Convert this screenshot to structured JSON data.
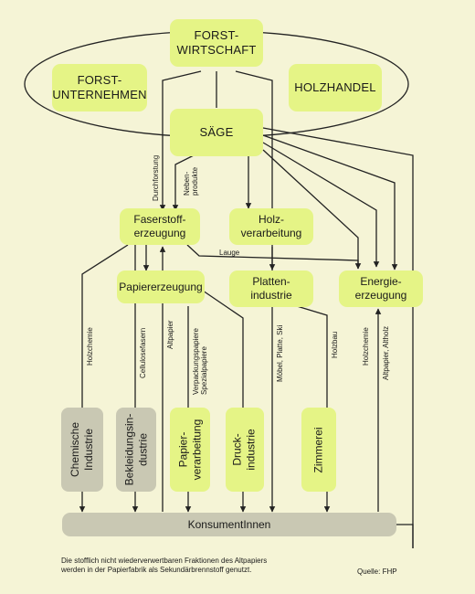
{
  "nodes": {
    "forstwirtschaft": "FORST-\nWIRTSCHAFT",
    "forstunternehmen": "FORST-\nUNTERNEHMEN",
    "holzhandel": "HOLZHANDEL",
    "saege": "SÄGE",
    "faserstofferzeugung": "Faserstoff-\nerzeugung",
    "holzverarbeitung": "Holz-\nverarbeitung",
    "papiererzeugung": "Papiererzeugung",
    "plattenindustrie": "Platten-\nindustrie",
    "energieerzeugung": "Energie-\nerzeugung",
    "chemische_industrie": "Chemische\nIndustrie",
    "bekleidungsindustrie": "Bekleidungsin-\ndustrie",
    "papierverarbeitung": "Papier-\nverarbeitung",
    "druckindustrie": "Druck-\nindustrie",
    "zimmerei": "Zimmerei",
    "konsumenten": "KonsumentInnen"
  },
  "edge_labels": {
    "durchforstung": "Durchforstung",
    "nebenprodukte": "Neben-\nprodukte",
    "lauge": "Lauge",
    "holzchemie_left": "Holzchemie",
    "cellulosefasern": "Cellulosefasern",
    "altpapier": "Altpapier",
    "verpackungspapiere": "Verpackungspapiere\nSpezialpapiere",
    "moebel": "Möbel, Platte, Ski",
    "holzbau": "Holzbau",
    "holzchemie_right": "Holzchemie",
    "altpapier_altholz": "Altpapier, Altholz"
  },
  "footnote": "Die stofflich nicht wiederverwertbaren Fraktionen des Altpapiers\nwerden in der Papierfabrik als Sekundärbrennstoff genutzt.",
  "source": "Quelle: FHP",
  "colors": {
    "background": "#f5f4d6",
    "node": "#e5f486",
    "end_node": "#c9c8b3",
    "line": "#222222"
  }
}
